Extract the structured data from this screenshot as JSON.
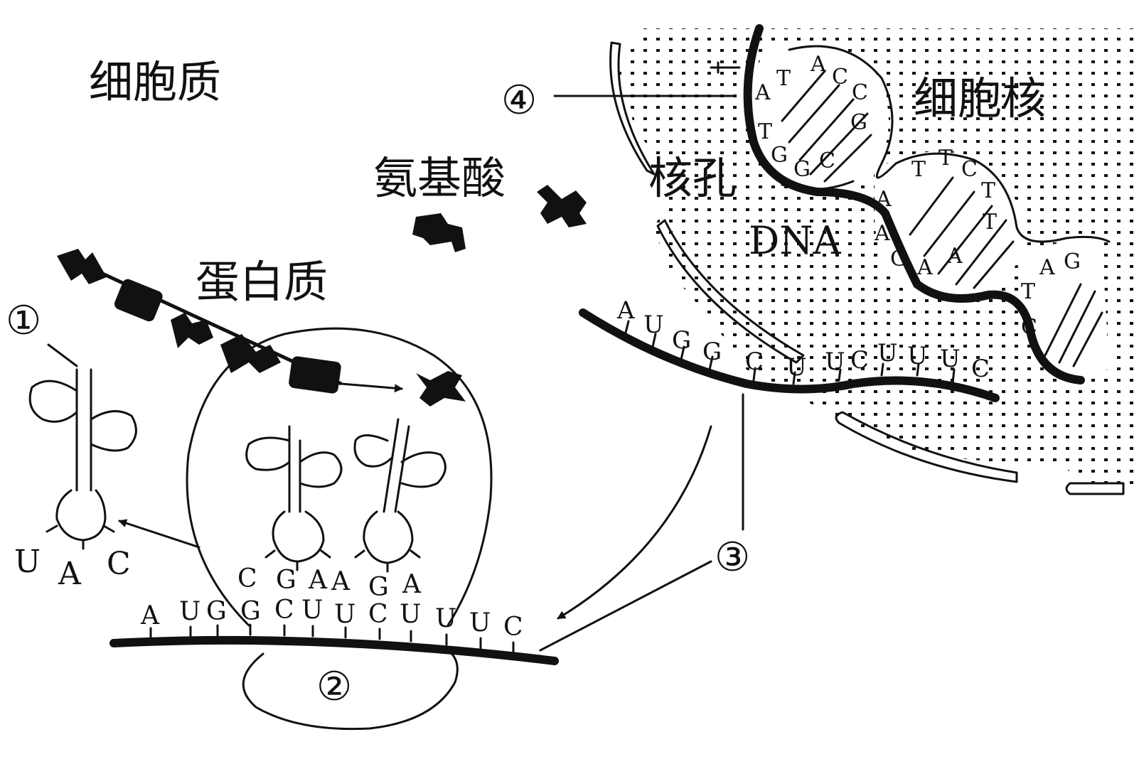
{
  "labels": {
    "cytoplasm": "细胞质",
    "nucleus": "细胞核",
    "amino_acid": "氨基酸",
    "nuclear_pore": "核孔",
    "protein": "蛋白质",
    "dna": "DNA"
  },
  "markers": {
    "m1": "①",
    "m2": "②",
    "m3": "③",
    "m4": "④"
  },
  "dna_bases": {
    "b1": "A",
    "b2": "T",
    "b3": "A",
    "b4": "C",
    "b5": "C",
    "b6": "T",
    "b7": "G",
    "b8": "G",
    "b9": "C",
    "b10": "G",
    "b11": "T",
    "b12": "T",
    "b13": "C",
    "b14": "A",
    "b15": "T",
    "b16": "A",
    "b17": "T",
    "b18": "G",
    "b19": "A",
    "b20": "A",
    "b21": "A",
    "b22": "G",
    "b23": "T",
    "b24": "C"
  },
  "mrna_nucleus": {
    "b1": "A",
    "b2": "U",
    "b3": "G",
    "b4": "G",
    "b5": "C",
    "b6": "U",
    "b7": "U",
    "b8": "C",
    "b9": "U",
    "b10": "U",
    "b11": "U",
    "b12": "C"
  },
  "mrna_ribosome": {
    "b1": "A",
    "b2": "U",
    "b3": "G",
    "b4": "G",
    "b5": "C",
    "b6": "U",
    "b7": "U",
    "b8": "C",
    "b9": "U",
    "b10": "U",
    "b11": "U",
    "b12": "C"
  },
  "anticodons": {
    "t2a": "C",
    "t2b": "G",
    "t2c": "A",
    "t3a": "A",
    "t3b": "G",
    "t3c": "A"
  },
  "free_trna_anticodon": {
    "a": "U",
    "b": "A",
    "c": "C"
  }
}
